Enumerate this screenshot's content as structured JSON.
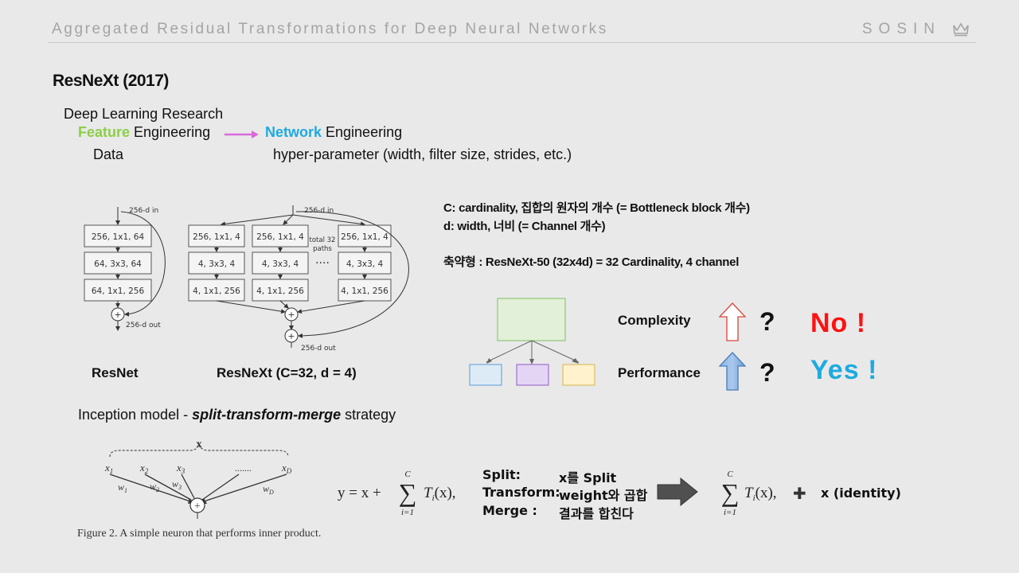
{
  "header": {
    "title": "Aggregated Residual Transformations for Deep Neural Networks",
    "brand": "SOSIN"
  },
  "slide": {
    "title": "ResNeXt (2017)",
    "research_label": "Deep Learning Research",
    "feature_word": "Feature",
    "engineering_word": " Engineering",
    "network_word": "Network",
    "data_label": "Data",
    "hyperparam_label": "hyper-parameter (width, filter size, strides, etc.)"
  },
  "resnet": {
    "in_label": "256-d in",
    "out_label": "256-d out",
    "layers": [
      "256, 1x1, 64",
      "64, 3x3, 64",
      "64, 1x1, 256"
    ],
    "caption": "ResNet"
  },
  "resnext": {
    "in_label": "256-d in",
    "out_label": "256-d out",
    "layers": [
      "256, 1x1, 4",
      "4, 3x3, 4",
      "4, 1x1, 256"
    ],
    "paths_label_1": "total 32",
    "paths_label_2": "paths",
    "dots": "····",
    "caption": "ResNeXt (C=32, d = 4)"
  },
  "definitions": {
    "c_line": "C: cardinality, 집합의 원자의 개수 (= Bottleneck block 개수)",
    "d_line": "d: width, 너비 (= Channel 개수)",
    "abbrev_line": "축약형 : ResNeXt-50 (32x4d) = 32 Cardinality, 4 channel"
  },
  "tree_colors": {
    "root": "#e2f0d9",
    "root_border": "#7fbf5f",
    "left": "#ddebf7",
    "left_border": "#5b9bd5",
    "mid": "#e4d5f5",
    "mid_border": "#8e5cc4",
    "right": "#fff2cc",
    "right_border": "#d6b44a"
  },
  "comparison": {
    "complexity_label": "Complexity",
    "performance_label": "Performance",
    "question": "?",
    "no_label": "No !",
    "yes_label": "Yes !",
    "no_color": "#ff1111",
    "yes_color": "#1eaadf"
  },
  "inception": {
    "prefix": "Inception model - ",
    "strategy": "split-transform-merge",
    "suffix": " strategy"
  },
  "neuron_figure": {
    "x_label": "x",
    "inputs": [
      "x",
      "x",
      "x",
      "x"
    ],
    "input_subs": [
      "1",
      "2",
      "3",
      "D"
    ],
    "weights": [
      "w",
      "w",
      "w",
      "w"
    ],
    "weight_subs": [
      "1",
      "2",
      "3",
      "D"
    ],
    "dots": ".......",
    "plus": "+",
    "caption": "Figure 2. A simple neuron that performs inner product."
  },
  "formula": {
    "lhs": "y = x +",
    "sum_top": "C",
    "sum_bottom": "i=1",
    "term": "T",
    "term_sub": "i",
    "term_arg": "(x),"
  },
  "steps": {
    "split_key": "Split:",
    "split_val": "x를 Split",
    "transform_key": "Transform:",
    "transform_val": "weight와 곱합",
    "merge_key": "Merge :",
    "merge_val": "결과를 합친다"
  },
  "result": {
    "sum_top": "C",
    "sum_bottom": "i=1",
    "term": "T",
    "term_sub": "i",
    "term_arg": "(x),",
    "plus": "✚",
    "identity": "x (identity)"
  }
}
